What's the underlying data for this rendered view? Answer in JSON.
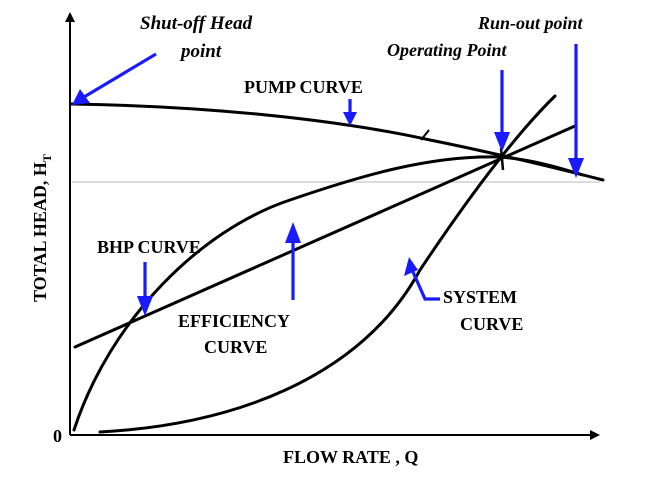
{
  "diagram": {
    "axes": {
      "ylabel": "TOTAL HEAD, H",
      "ylabel_sub": "T",
      "xlabel": "FLOW RATE , Q",
      "origin_label": "0"
    },
    "labels": {
      "shutoff_line1": "Shut-off Head",
      "shutoff_line2": "point",
      "runout": "Run-out point",
      "operating": "Operating Point",
      "pump_curve": "PUMP CURVE",
      "bhp_curve": "BHP CURVE",
      "efficiency_line1": "EFFICIENCY",
      "efficiency_line2": "CURVE",
      "system_line1": "SYSTEM",
      "system_line2": "CURVE"
    },
    "colors": {
      "curves": "#000000",
      "arrows": "#1a1aff",
      "reference_line": "#c8c8c8"
    }
  }
}
